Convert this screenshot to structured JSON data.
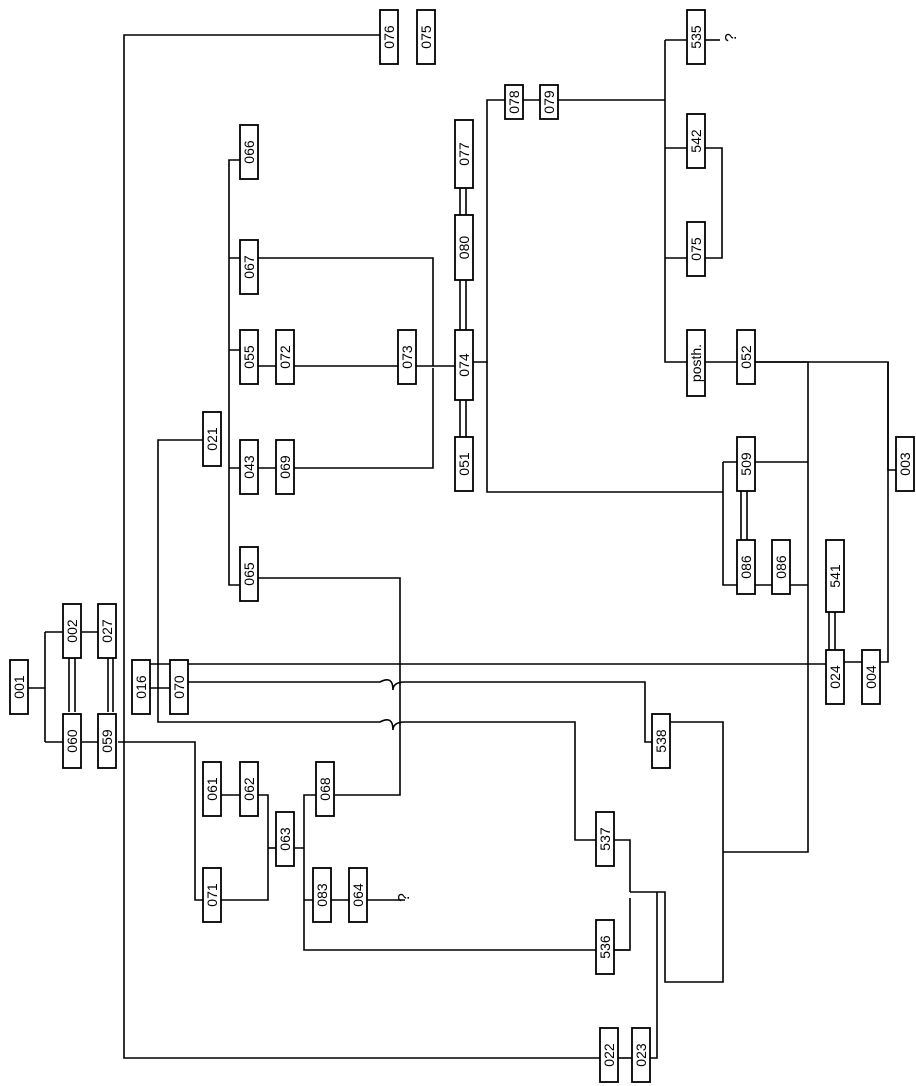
{
  "diagram": {
    "nodes": [
      {
        "id": "n001",
        "label": "001"
      },
      {
        "id": "n002",
        "label": "002"
      },
      {
        "id": "n060",
        "label": "060"
      },
      {
        "id": "n027",
        "label": "027"
      },
      {
        "id": "n059",
        "label": "059"
      },
      {
        "id": "n016",
        "label": "016"
      },
      {
        "id": "n070",
        "label": "070"
      },
      {
        "id": "n021",
        "label": "021"
      },
      {
        "id": "n065",
        "label": "065"
      },
      {
        "id": "n043",
        "label": "043"
      },
      {
        "id": "n069",
        "label": "069"
      },
      {
        "id": "n055",
        "label": "055"
      },
      {
        "id": "n072",
        "label": "072"
      },
      {
        "id": "n067",
        "label": "067"
      },
      {
        "id": "n066",
        "label": "066"
      },
      {
        "id": "n073",
        "label": "073"
      },
      {
        "id": "n051",
        "label": "051"
      },
      {
        "id": "n074",
        "label": "074"
      },
      {
        "id": "n080",
        "label": "080"
      },
      {
        "id": "n077",
        "label": "077"
      },
      {
        "id": "n078",
        "label": "078"
      },
      {
        "id": "n079",
        "label": "079"
      },
      {
        "id": "n076",
        "label": "076"
      },
      {
        "id": "n075a",
        "label": "075"
      },
      {
        "id": "n535",
        "label": "535"
      },
      {
        "id": "n542",
        "label": "542"
      },
      {
        "id": "n075b",
        "label": "075"
      },
      {
        "id": "nposth",
        "label": "posth."
      },
      {
        "id": "n052",
        "label": "052"
      },
      {
        "id": "n509",
        "label": "509"
      },
      {
        "id": "n086a",
        "label": "086"
      },
      {
        "id": "n086b",
        "label": "086"
      },
      {
        "id": "n541",
        "label": "541"
      },
      {
        "id": "n024",
        "label": "024"
      },
      {
        "id": "n004",
        "label": "004"
      },
      {
        "id": "n003",
        "label": "003"
      },
      {
        "id": "n538",
        "label": "538"
      },
      {
        "id": "n061",
        "label": "061"
      },
      {
        "id": "n062",
        "label": "062"
      },
      {
        "id": "n063",
        "label": "063"
      },
      {
        "id": "n068",
        "label": "068"
      },
      {
        "id": "n071",
        "label": "071"
      },
      {
        "id": "n083",
        "label": "083"
      },
      {
        "id": "n064",
        "label": "064"
      },
      {
        "id": "n537",
        "label": "537"
      },
      {
        "id": "n536",
        "label": "536"
      },
      {
        "id": "n022",
        "label": "022"
      },
      {
        "id": "n023",
        "label": "023"
      }
    ],
    "unknown_markers": [
      {
        "id": "q-535",
        "text": "?"
      },
      {
        "id": "q-064",
        "text": "?"
      }
    ]
  }
}
